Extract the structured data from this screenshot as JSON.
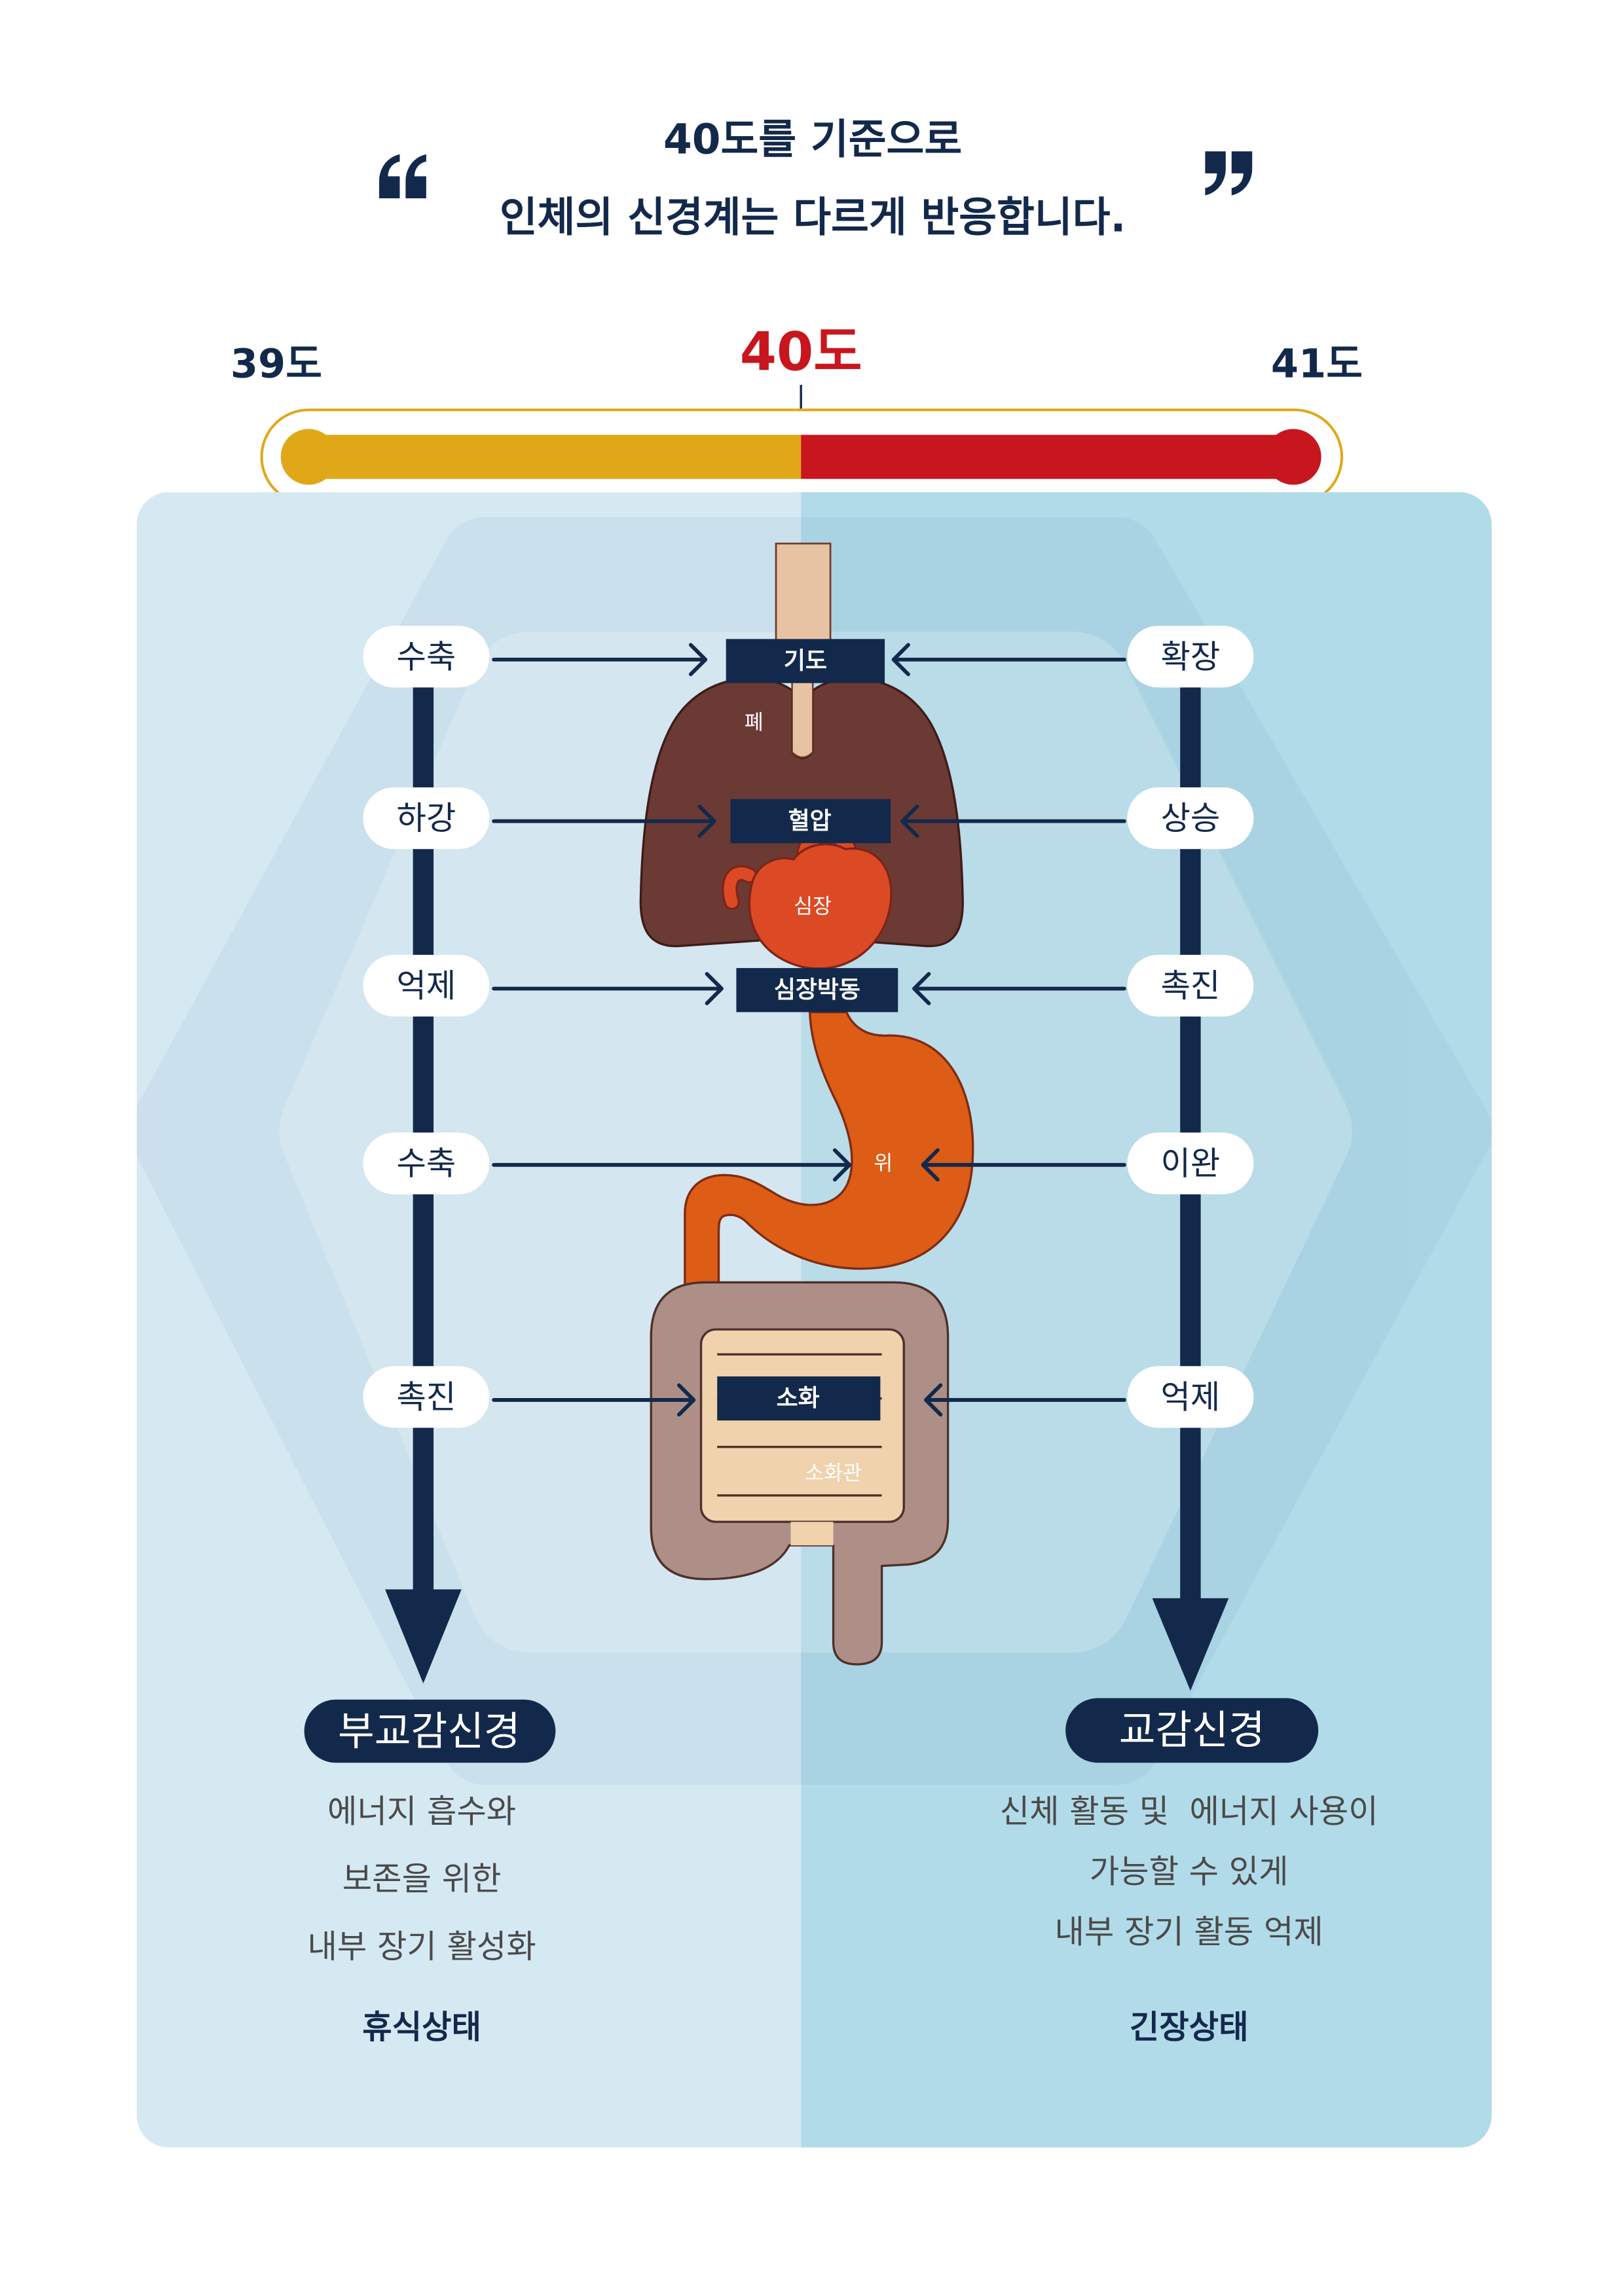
{
  "header": {
    "line1": "40도를 기준으로",
    "line2": "인체의 신경계는 다르게 반응합니다."
  },
  "thermometer": {
    "low_label": "39도",
    "mid_label": "40도",
    "high_label": "41도"
  },
  "targets": {
    "airway": "기도",
    "blood_pressure": "혈압",
    "heart_rate": "심장박동",
    "digestion": "소화"
  },
  "organs": {
    "lungs": "폐",
    "heart": "심장",
    "stomach": "위",
    "digestive_tract": "소화관"
  },
  "parasympathetic": {
    "title": "부교감신경",
    "responses": [
      "수축",
      "하강",
      "억제",
      "수축",
      "촉진"
    ],
    "description": [
      "에너지 흡수와",
      "보존을 위한",
      "내부 장기 활성화"
    ],
    "state": "휴식상태"
  },
  "sympathetic": {
    "title": "교감신경",
    "responses": [
      "확장",
      "상승",
      "촉진",
      "이완",
      "억제"
    ],
    "description": [
      "신체 활동 및  에너지 사용이",
      "가능할 수 있게",
      "내부 장기 활동 억제"
    ],
    "state": "긴장상태"
  },
  "colors": {
    "navy": "#13294b",
    "threshold_red": "#c8161e",
    "low_yellow": "#e0a818",
    "panel_left": "#d5e9f3",
    "panel_right": "#b2dbe9",
    "lung": "#6b3a35",
    "heart": "#dc4a25",
    "stomach": "#dd5c16",
    "colon": "#ad8f88",
    "small_intestine": "#f0d2ad",
    "trachea": "#e8c3a3",
    "body_text": "#4a4a4a"
  }
}
